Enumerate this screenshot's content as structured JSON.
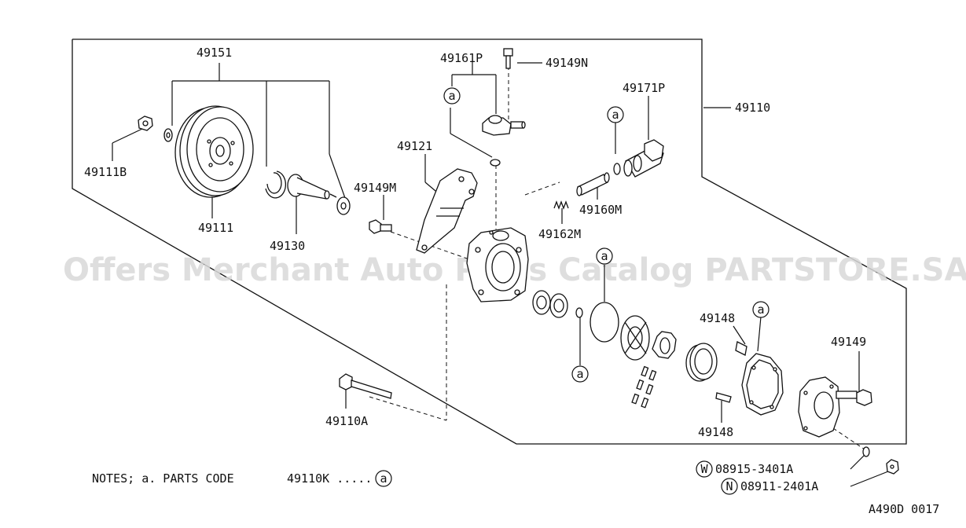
{
  "watermark": "Offers Merchant Auto Parts Catalog PARTSTORE.SA",
  "labels": {
    "p49151": "49151",
    "p49161P": "49161P",
    "p49149N": "49149N",
    "p49171P": "49171P",
    "p49110": "49110",
    "p49111B": "49111B",
    "p49121": "49121",
    "p49149M": "49149M",
    "p49160M": "49160M",
    "p49111": "49111",
    "p49130": "49130",
    "p49162M": "49162M",
    "p49148a": "49148",
    "p49149": "49149",
    "p49148b": "49148",
    "p49110A": "49110A",
    "p08915": "08915-3401A",
    "p08911": "08911-2401A"
  },
  "symbols": {
    "a": "a",
    "w": "W",
    "n": "N"
  },
  "notes": {
    "prefix": "NOTES; a. PARTS CODE",
    "code": "49110K .....",
    "symbol": "a"
  },
  "ref_code": "A490D 0017"
}
